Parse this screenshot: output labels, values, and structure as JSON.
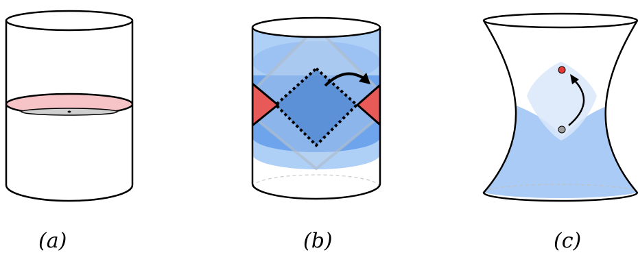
{
  "panels": [
    {
      "id": "a",
      "label": "(a)"
    },
    {
      "id": "b",
      "label": "(b)"
    },
    {
      "id": "c",
      "label": "(c)"
    }
  ],
  "colors": {
    "outline": "#000000",
    "red_slice": "#f6c4c6",
    "red_wedge": "#e85a57",
    "blue_light": "#a9cbf6",
    "blue_mid": "#7fb2f0",
    "blue_dark": "#5b8fd6",
    "grey_disc": "#c8c8c8",
    "dot_red": "#e53935",
    "dot_grey": "#9e9e9e"
  }
}
